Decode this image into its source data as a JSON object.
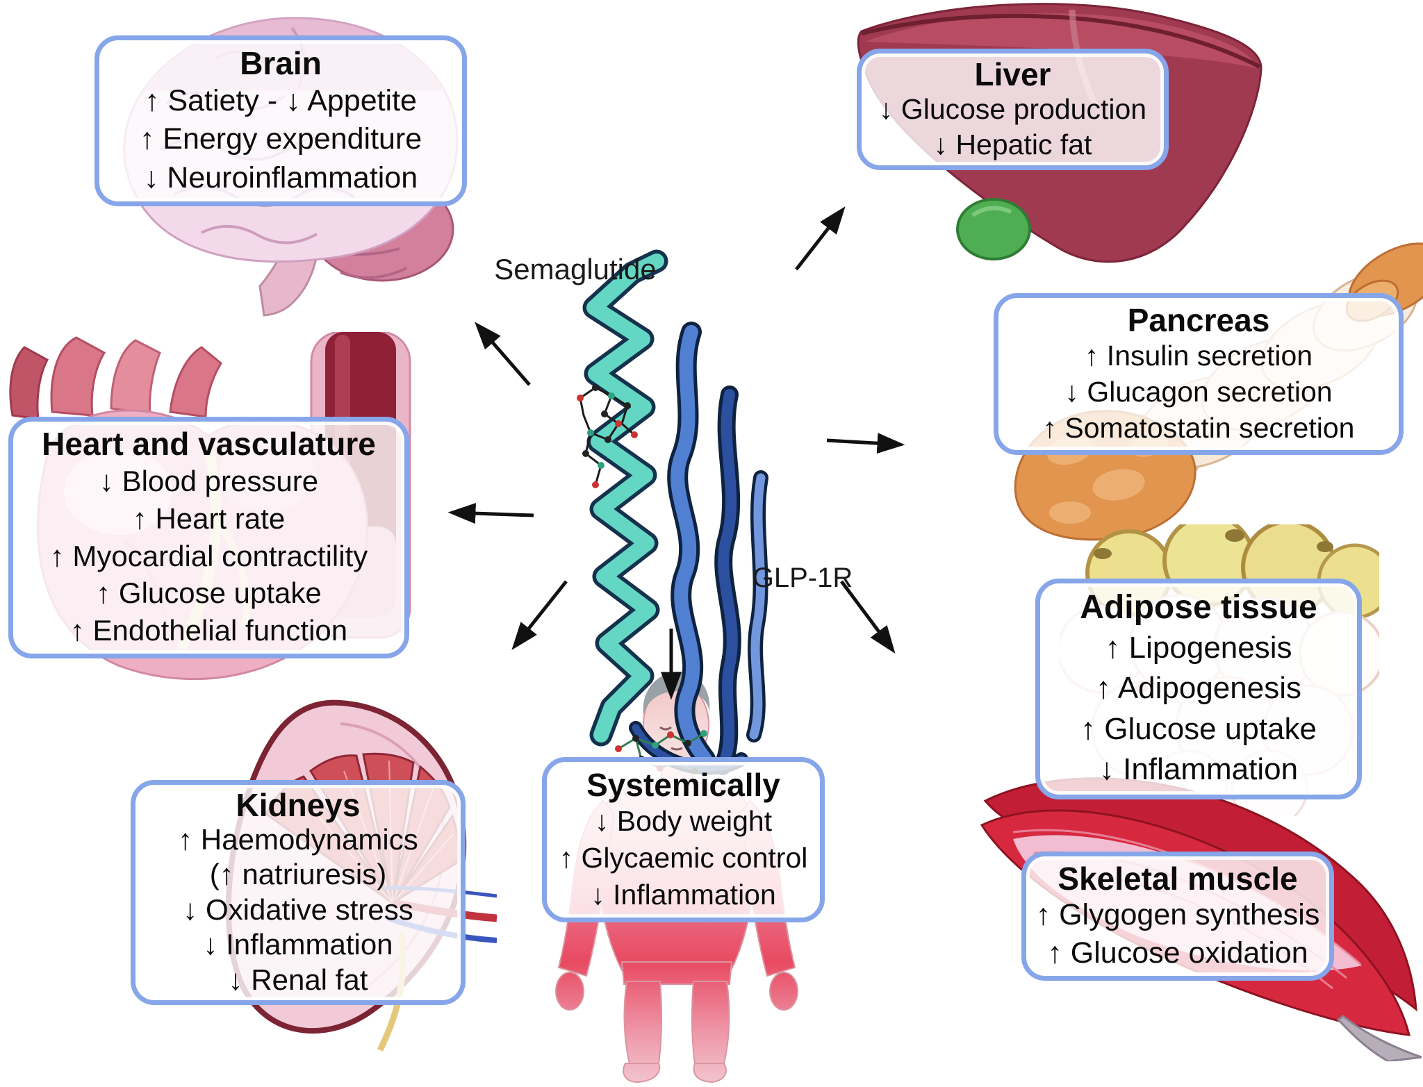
{
  "center": {
    "ligand_label": "Semaglutide",
    "receptor_label": "GLP-1R"
  },
  "boxes": {
    "brain": {
      "title": "Brain",
      "lines": [
        "↑ Satiety - ↓ Appetite",
        "↑ Energy expenditure",
        "↓ Neuroinflammation"
      ]
    },
    "liver": {
      "title": "Liver",
      "lines": [
        "↓ Glucose production",
        "↓ Hepatic fat"
      ]
    },
    "pancreas": {
      "title": "Pancreas",
      "lines": [
        "↑ Insulin secretion",
        "↓ Glucagon secretion",
        "↑ Somatostatin secretion"
      ]
    },
    "heart": {
      "title": "Heart and vasculature",
      "lines": [
        "↓ Blood pressure",
        "↑ Heart rate",
        "↑ Myocardial contractility",
        "↑ Glucose uptake",
        "↑ Endothelial function"
      ]
    },
    "adipose": {
      "title": "Adipose tissue",
      "lines": [
        "↑ Lipogenesis",
        "↑ Adipogenesis",
        "↑ Glucose uptake",
        "↓ Inflammation"
      ]
    },
    "kidneys": {
      "title": "Kidneys",
      "lines": [
        "↑ Haemodynamics",
        "(↑ natriuresis)",
        "↓ Oxidative stress",
        "↓ Inflammation",
        "↓ Renal fat"
      ]
    },
    "systemically": {
      "title": "Systemically",
      "lines": [
        "↓ Body weight",
        "↑ Glycaemic control",
        "↓ Inflammation"
      ]
    },
    "muscle": {
      "title": "Skeletal muscle",
      "lines": [
        "↑ Glygogen synthesis",
        "↑ Glucose oxidation"
      ]
    }
  },
  "colors": {
    "box_border": "#86a6e9",
    "arrow": "#111111",
    "semaglutide_helix_teal": "#63d7c3",
    "glp1r_blue": "#5180d2",
    "liver_red": "#a03a50",
    "pancreas_orange": "#e2954f",
    "muscle_red": "#d62940"
  }
}
